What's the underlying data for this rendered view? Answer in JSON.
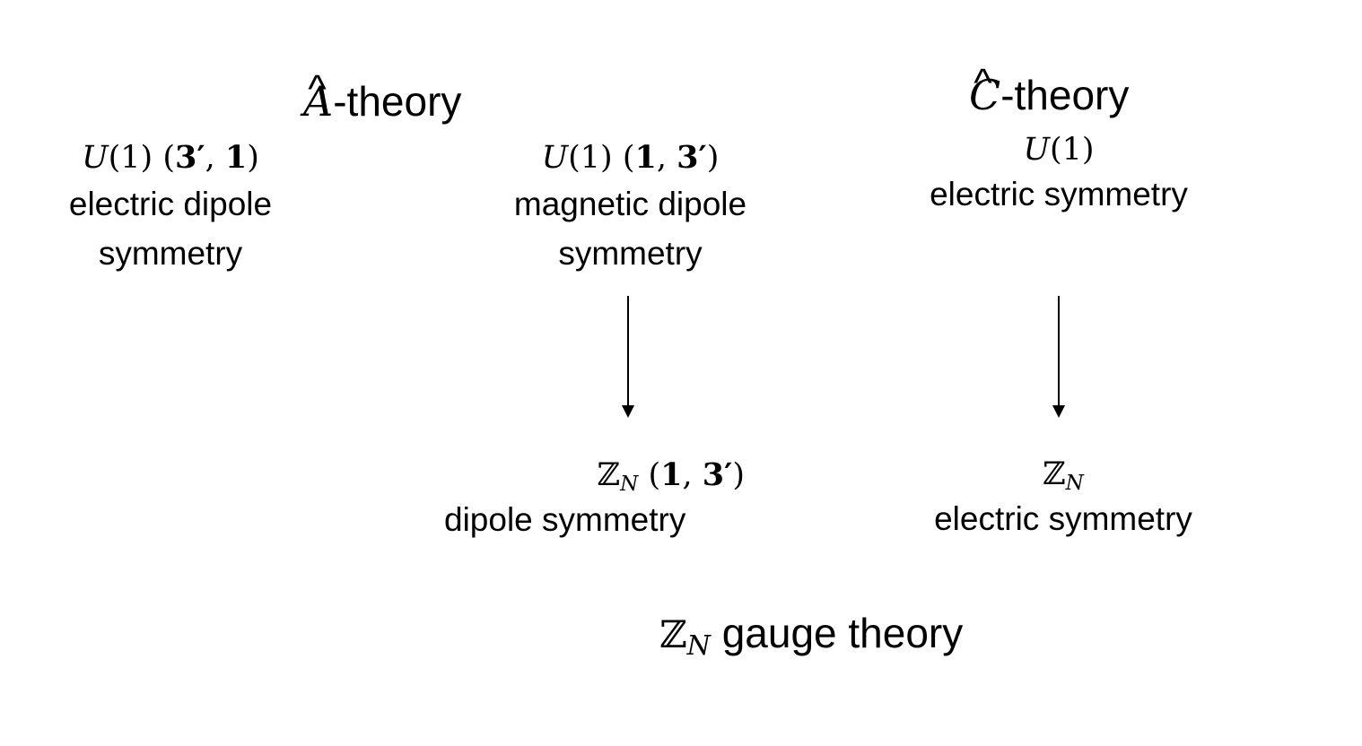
{
  "a_theory": {
    "title_letter": "A",
    "title_hat": "^",
    "title_suffix": "-theory",
    "left": {
      "group": "U",
      "group_arg": "(1)",
      "rep_open": "(",
      "rep_first": "3′",
      "rep_sep": ", ",
      "rep_second": "1",
      "rep_close": ")",
      "label_line1": "electric dipole",
      "label_line2": "symmetry"
    },
    "right": {
      "group": "U",
      "group_arg": "(1)",
      "rep_open": "(",
      "rep_first": "1",
      "rep_sep": ", ",
      "rep_second": "3′",
      "rep_close": ")",
      "label_line1": "magnetic dipole",
      "label_line2": "symmetry"
    }
  },
  "c_theory": {
    "title_letter": "C",
    "title_hat": "^",
    "title_suffix": "-theory",
    "group": "U",
    "group_arg": "(1)",
    "label": "electric symmetry"
  },
  "zn_dipole": {
    "group": "ℤ",
    "subscript": "N",
    "rep_open": "(",
    "rep_first": "1",
    "rep_sep": ", ",
    "rep_second": "3′",
    "rep_close": ")",
    "label": "dipole symmetry"
  },
  "zn_electric": {
    "group": "ℤ",
    "subscript": "N",
    "label": "electric symmetry"
  },
  "bottom_title": {
    "group": "ℤ",
    "subscript": "N",
    "text": " gauge theory"
  }
}
